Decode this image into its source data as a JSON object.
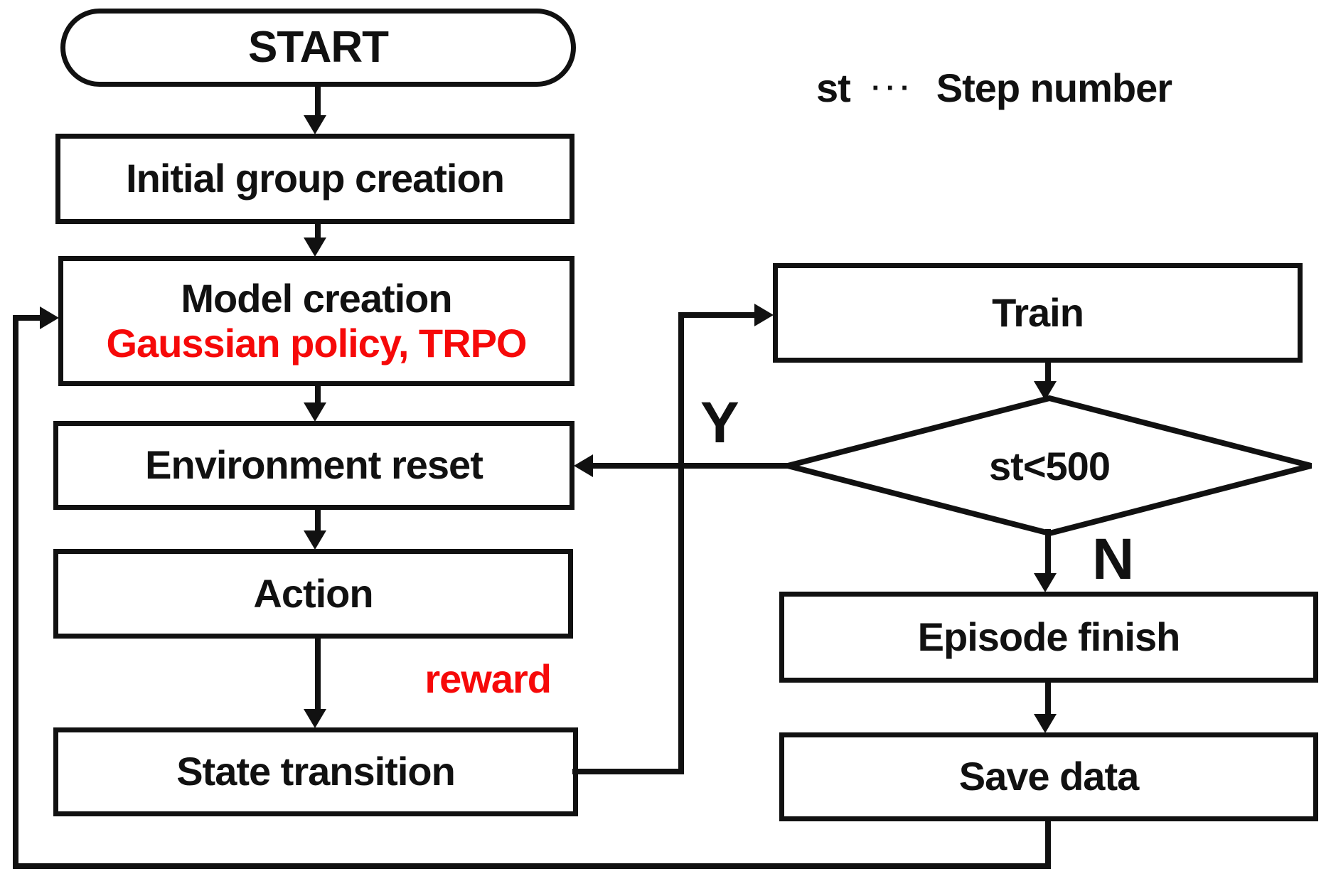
{
  "colors": {
    "line": "#111111",
    "accent_red": "#f60909",
    "background": "#ffffff"
  },
  "legend": {
    "symbol": "st",
    "dots": "···",
    "description": "Step number"
  },
  "nodes": {
    "start": "START",
    "initial_group": "Initial group creation",
    "model_creation_title": "Model creation",
    "model_creation_subtitle": "Gaussian policy, TRPO",
    "environment_reset": "Environment reset",
    "action": "Action",
    "state_transition": "State transition",
    "train": "Train",
    "decision": "st<500",
    "episode_finish": "Episode finish",
    "save_data": "Save data"
  },
  "edge_labels": {
    "reward": "reward",
    "yes": "Y",
    "no": "N"
  }
}
